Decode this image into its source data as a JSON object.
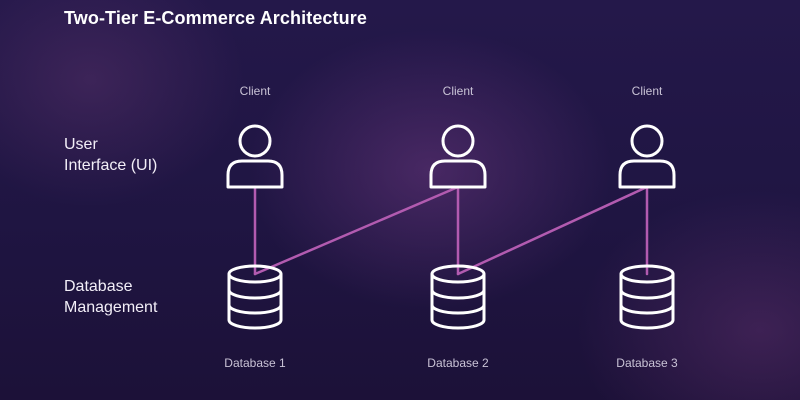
{
  "diagram": {
    "title": "Two-Tier E-Commerce Architecture",
    "tiers": {
      "ui": [
        "User",
        "Interface (UI)"
      ],
      "database": [
        "Database",
        "Management"
      ]
    },
    "clients": [
      {
        "id": "client-1",
        "label": "Client"
      },
      {
        "id": "client-2",
        "label": "Client"
      },
      {
        "id": "client-3",
        "label": "Client"
      }
    ],
    "databases": [
      {
        "id": "db-1",
        "label": "Database 1"
      },
      {
        "id": "db-2",
        "label": "Database 2"
      },
      {
        "id": "db-3",
        "label": "Database 3"
      }
    ],
    "connections": [
      {
        "from": "client-1",
        "to": "db-1"
      },
      {
        "from": "client-2",
        "to": "db-1"
      },
      {
        "from": "client-2",
        "to": "db-2"
      },
      {
        "from": "client-3",
        "to": "db-2"
      },
      {
        "from": "client-3",
        "to": "db-3"
      }
    ],
    "colors": {
      "connector": "#b25bb0",
      "icon_stroke": "#ffffff"
    }
  }
}
